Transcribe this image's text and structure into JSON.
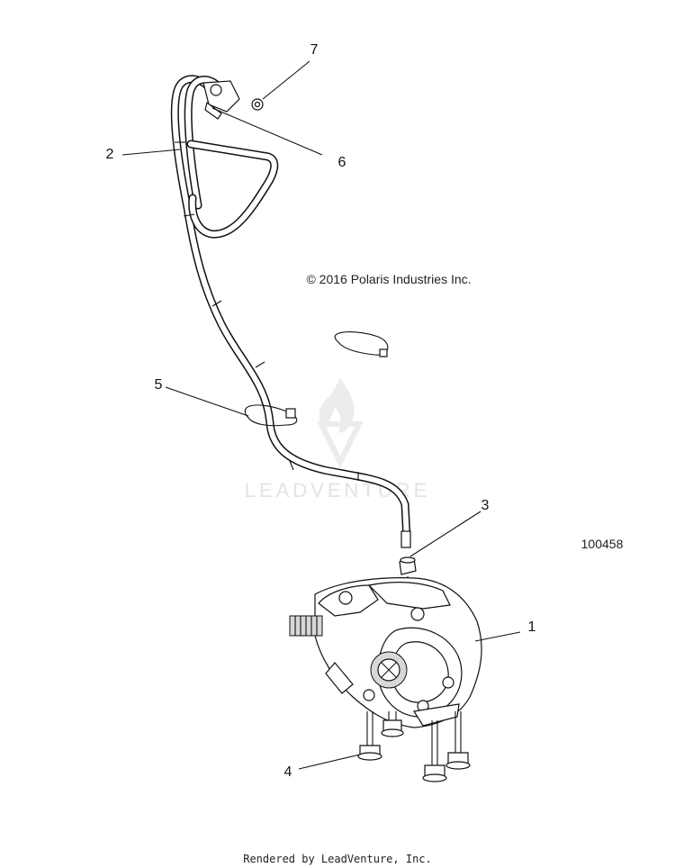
{
  "diagram": {
    "callouts": [
      {
        "id": "1",
        "label": "1"
      },
      {
        "id": "2",
        "label": "2"
      },
      {
        "id": "3",
        "label": "3"
      },
      {
        "id": "4",
        "label": "4"
      },
      {
        "id": "5",
        "label": "5"
      },
      {
        "id": "6",
        "label": "6"
      },
      {
        "id": "7",
        "label": "7"
      }
    ],
    "copyright": "© 2016 Polaris Industries Inc.",
    "part_number": "100458",
    "footer": "Rendered by LeadVenture, Inc.",
    "watermark": "LEADVENTURE"
  }
}
